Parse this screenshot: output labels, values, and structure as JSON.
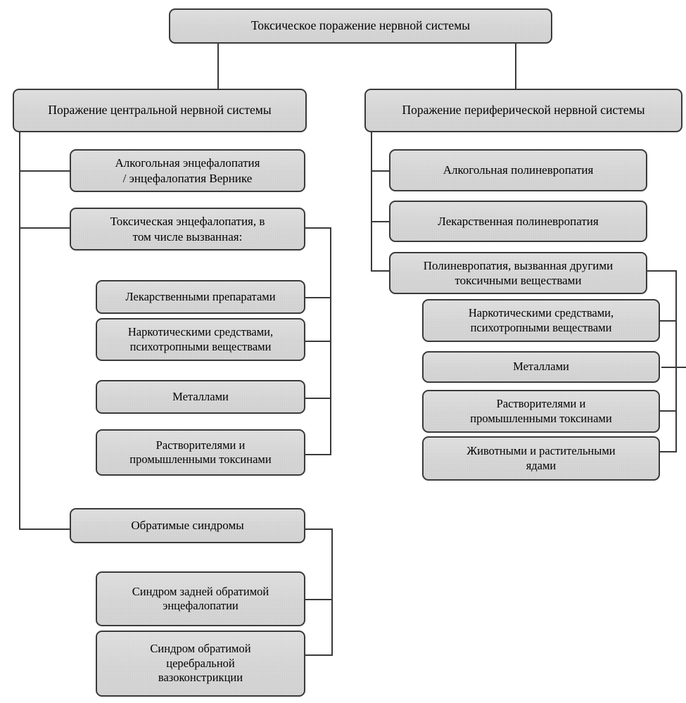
{
  "diagram": {
    "title": "Токсическое поражение нервной системы",
    "type": "hierarchy-tree",
    "language": "ru",
    "colors": {
      "node_fill": "#d4d4d4",
      "node_border": "#3a3a3a",
      "connector": "#3a3a3a",
      "text": "#000000",
      "background": "#ffffff"
    }
  },
  "root": {
    "label": "Токсическое поражение нервной системы"
  },
  "branches": [
    {
      "id": "cns",
      "label": "Поражение центральной нервной системы",
      "children": [
        {
          "id": "cns-alcohol-enceph",
          "label": "Алкогольная энцефалопатия\n/ энцефалопатия Вернике",
          "children": []
        },
        {
          "id": "cns-toxic-enceph",
          "label": "Токсическая энцефалопатия, в\nтом числе вызванная:",
          "children": [
            {
              "id": "cns-toxic-drugs",
              "label": "Лекарственными препаратами"
            },
            {
              "id": "cns-toxic-narcotics",
              "label": "Наркотическими средствами,\nпсихотропными веществами"
            },
            {
              "id": "cns-toxic-metals",
              "label": "Металлами"
            },
            {
              "id": "cns-toxic-solvents",
              "label": "Растворителями и\nпромышленными токсинами"
            }
          ]
        },
        {
          "id": "cns-reversible",
          "label": "Обратимые синдромы",
          "children": [
            {
              "id": "cns-pres",
              "label": "Синдром задней обратимой\nэнцефалопатии"
            },
            {
              "id": "cns-rcvs",
              "label": "Синдром обратимой\nцеребральной\nвазоконстрикции"
            }
          ]
        }
      ]
    },
    {
      "id": "pns",
      "label": "Поражение периферической нервной системы",
      "children": [
        {
          "id": "pns-alcohol-poly",
          "label": "Алкогольная полиневропатия",
          "children": []
        },
        {
          "id": "pns-drug-poly",
          "label": "Лекарственная полиневропатия",
          "children": []
        },
        {
          "id": "pns-other-toxic-poly",
          "label": "Полиневропатия, вызванная другими\nтоксичными веществами",
          "children": [
            {
              "id": "pns-narcotics",
              "label": "Наркотическими средствами,\nпсихотропными веществами"
            },
            {
              "id": "pns-metals",
              "label": "Металлами"
            },
            {
              "id": "pns-solvents",
              "label": "Растворителями и\nпромышленными токсинами"
            },
            {
              "id": "pns-bio-poisons",
              "label": "Животными и растительными\nядами"
            }
          ]
        }
      ]
    }
  ]
}
